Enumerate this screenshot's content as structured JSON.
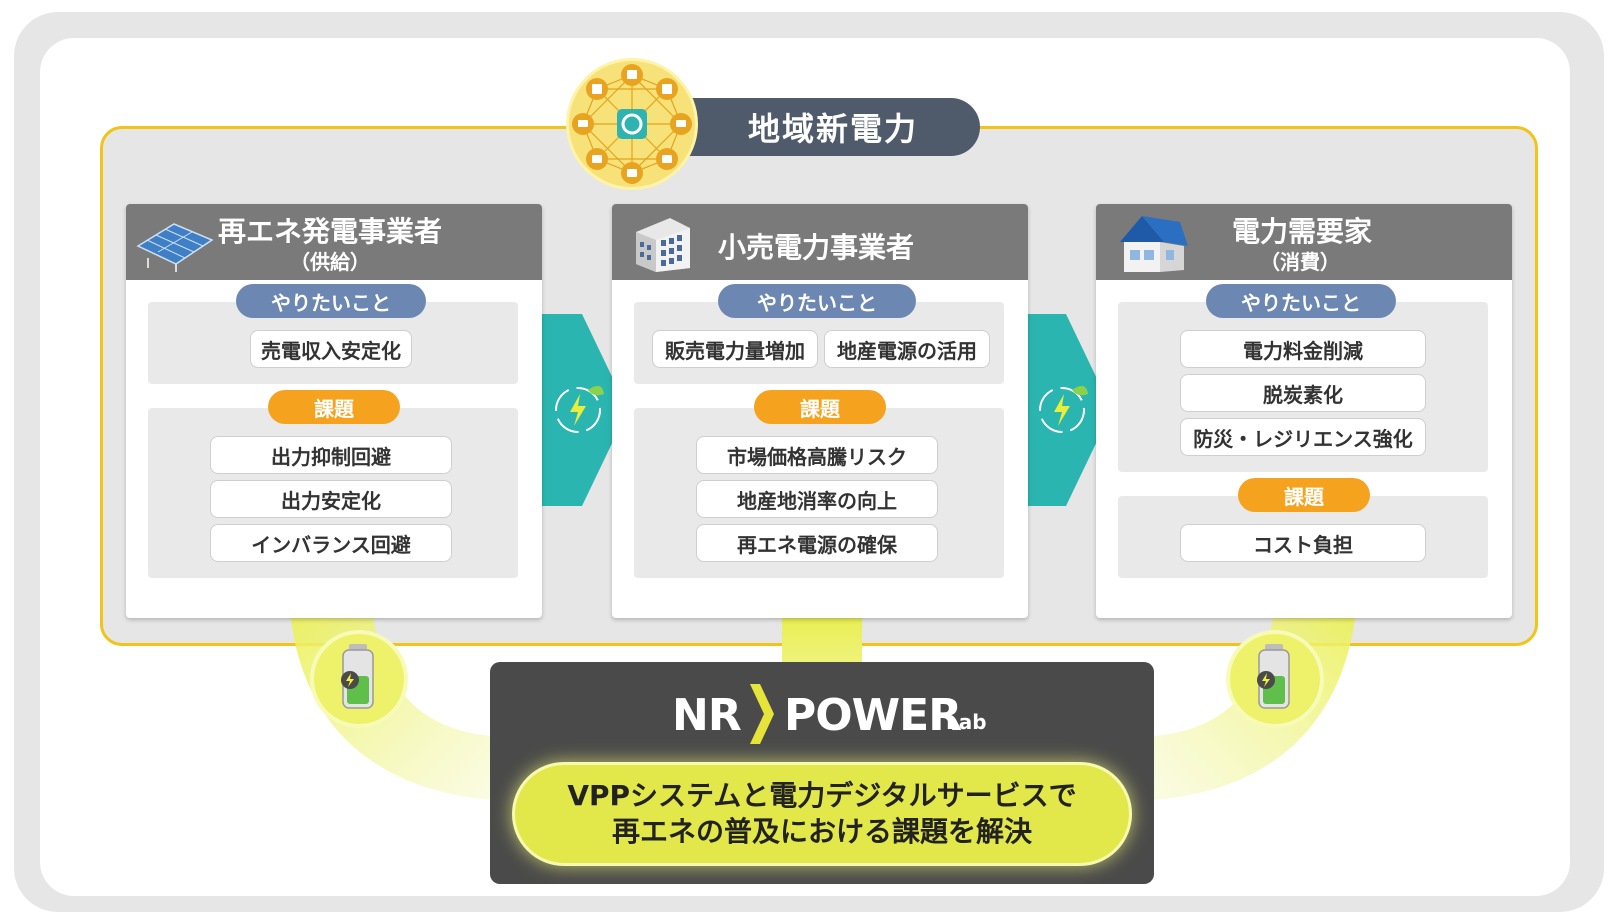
{
  "region": {
    "title": "地域新電力"
  },
  "cards": [
    {
      "title": "再エネ発電事業者",
      "subtitle": "（供給）",
      "wants_label": "やりたいこと",
      "wants": [
        "売電収入安定化"
      ],
      "issues_label": "課題",
      "issues": [
        "出力抑制回避",
        "出力安定化",
        "インバランス回避"
      ]
    },
    {
      "title": "小売電力事業者",
      "wants_label": "やりたいこと",
      "wants": [
        "販売電力量増加",
        "地産電源の活用"
      ],
      "issues_label": "課題",
      "issues": [
        "市場価格高騰リスク",
        "地産地消率の向上",
        "再エネ電源の確保"
      ]
    },
    {
      "title": "電力需要家",
      "subtitle": "（消費）",
      "wants_label": "やりたいこと",
      "wants": [
        "電力料金削減",
        "脱炭素化",
        "防災・レジリエンス強化"
      ],
      "issues_label": "課題",
      "issues": [
        "コスト負担"
      ]
    }
  ],
  "logo": {
    "nr": "NR",
    "power": "POWER",
    "lab": "Lab"
  },
  "tagline": {
    "line1": "VPPシステムと電力デジタルサービスで",
    "line2": "再エネの普及における課題を解決"
  },
  "colors": {
    "region_border": "#f0c419",
    "header_gray": "#7a7a7a",
    "pill_blue": "#6b87b2",
    "pill_orange": "#f5a21e",
    "flow_teal": "#2bb5b0",
    "glow_yellow": "#e8ee3a",
    "nr_box": "#4a4a4a"
  },
  "icons": [
    "network-hub-icon",
    "solar-panel-icon",
    "office-building-icon",
    "house-icon",
    "renewable-energy-icon",
    "battery-icon"
  ]
}
